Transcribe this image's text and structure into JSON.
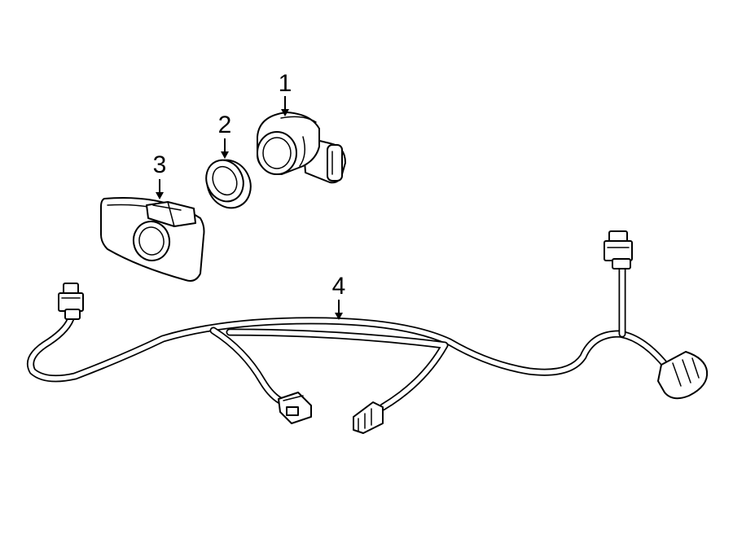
{
  "parts": [
    {
      "id": "1",
      "label": "1"
    },
    {
      "id": "2",
      "label": "2"
    },
    {
      "id": "3",
      "label": "3"
    },
    {
      "id": "4",
      "label": "4"
    }
  ],
  "colors": {
    "line": "#000000",
    "background": "#ffffff"
  }
}
